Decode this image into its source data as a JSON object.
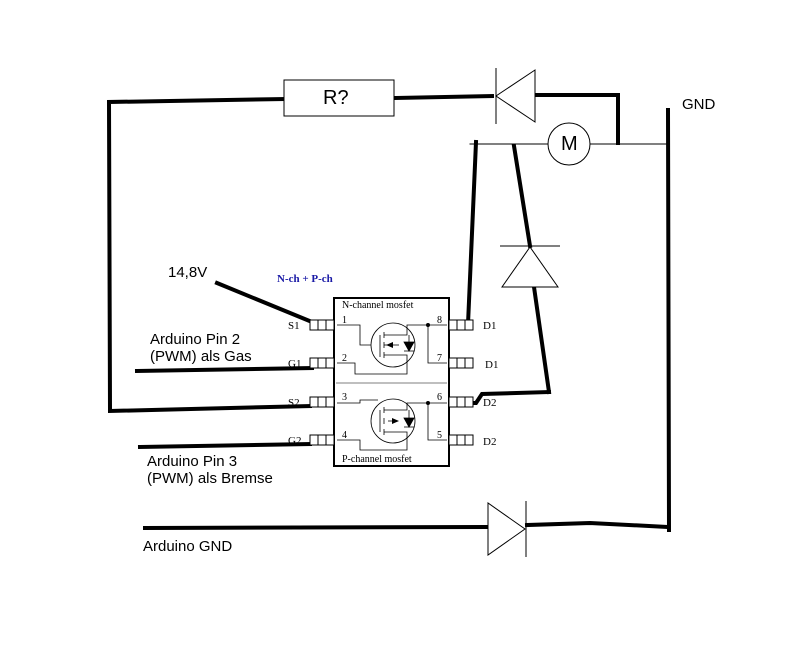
{
  "diagram": {
    "resistor_label": "R?",
    "motor_label": "M",
    "gnd_label": "GND",
    "supply_label": "14,8V",
    "chip_type_label": "N-ch + P-ch",
    "chip_title_top": "N-channel mosfet",
    "chip_title_bottom": "P-channel mosfet",
    "pin2_line1": "Arduino Pin 2",
    "pin2_line2": "(PWM) als Gas",
    "pin3_line1": "Arduino Pin 3",
    "pin3_line2": "(PWM) als Bremse",
    "arduino_gnd_label": "Arduino GND",
    "pins_left": [
      "S1",
      "G1",
      "S2",
      "G2"
    ],
    "pins_right": [
      "D1",
      "D1",
      "D2",
      "D2"
    ],
    "pin_numbers_left": [
      "1",
      "2",
      "3",
      "4"
    ],
    "pin_numbers_right": [
      "8",
      "7",
      "6",
      "5"
    ],
    "colors": {
      "wire": "#000000",
      "chip_type_label": "#1a1aa6",
      "background": "#ffffff"
    }
  }
}
